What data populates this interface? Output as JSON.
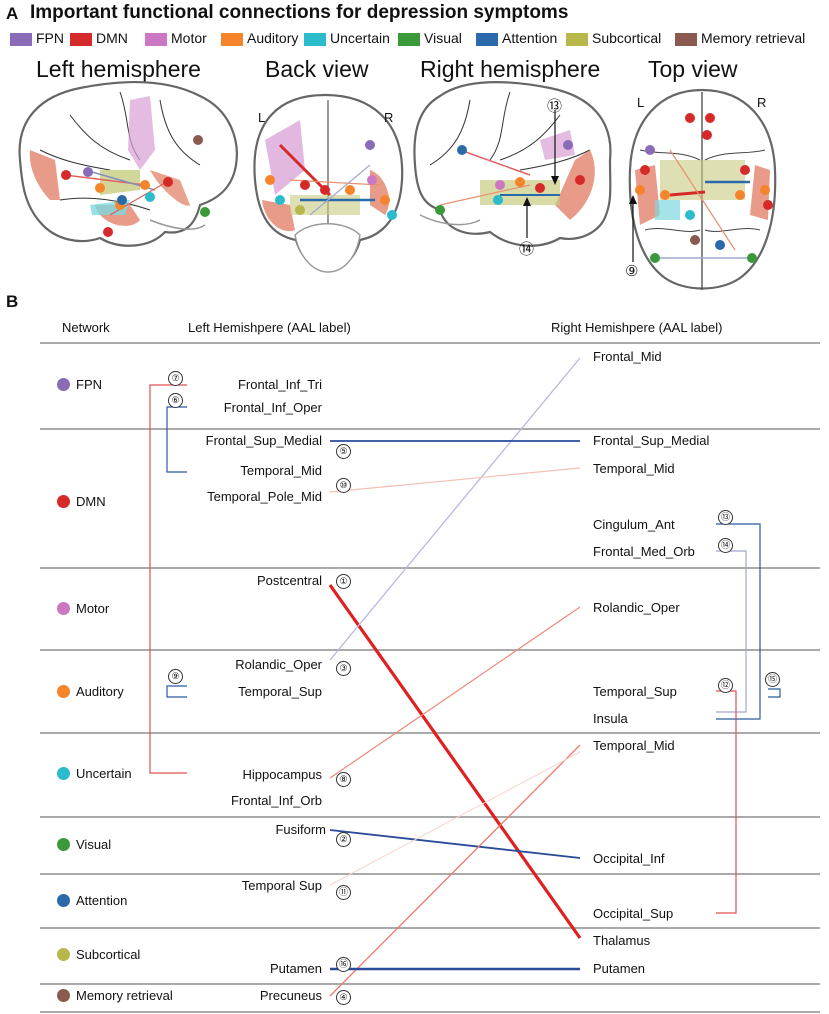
{
  "panel_a": {
    "letter": "A",
    "title": "Important functional connections for depression symptoms",
    "legend": [
      {
        "label": "FPN",
        "color": "#8a6bb8"
      },
      {
        "label": "DMN",
        "color": "#d62a2a"
      },
      {
        "label": "Motor",
        "color": "#cc77c4"
      },
      {
        "label": "Auditory",
        "color": "#f5842a"
      },
      {
        "label": "Uncertain",
        "color": "#2bbccc"
      },
      {
        "label": "Visual",
        "color": "#3a9a3a"
      },
      {
        "label": "Attention",
        "color": "#2a6aaa"
      },
      {
        "label": "Subcortical",
        "color": "#b8b84a"
      },
      {
        "label": "Memory retrieval",
        "color": "#8a5a50"
      }
    ],
    "views": [
      {
        "title": "Left hemisphere"
      },
      {
        "title": "Back view",
        "left_mark": "L",
        "right_mark": "R"
      },
      {
        "title": "Right hemisphere",
        "marker_top": "⑬",
        "marker_bottom": "⑭"
      },
      {
        "title": "Top view",
        "left_mark": "L",
        "right_mark": "R",
        "marker": "⑨"
      }
    ]
  },
  "panel_b": {
    "letter": "B",
    "headers": {
      "network": "Network",
      "left": "Left Hemishpere (AAL label)",
      "right": "Right Hemishpere (AAL label)"
    },
    "networks": [
      {
        "label": "FPN",
        "color": "#8a6bb8"
      },
      {
        "label": "DMN",
        "color": "#d62a2a"
      },
      {
        "label": "Motor",
        "color": "#cc77c4"
      },
      {
        "label": "Auditory",
        "color": "#f5842a"
      },
      {
        "label": "Uncertain",
        "color": "#2bbccc"
      },
      {
        "label": "Visual",
        "color": "#3a9a3a"
      },
      {
        "label": "Attention",
        "color": "#2a6aaa"
      },
      {
        "label": "Subcortical",
        "color": "#b8b84a"
      },
      {
        "label": "Memory retrieval",
        "color": "#8a5a50"
      }
    ],
    "left_labels": [
      "Frontal_Inf_Tri",
      "Frontal_Inf_Oper",
      "Frontal_Sup_Medial",
      "Temporal_Mid",
      "Temporal_Pole_Mid",
      "Postcentral",
      "Rolandic_Oper",
      "Temporal_Sup",
      "Hippocampus",
      "Frontal_Inf_Orb",
      "Fusiform",
      "Temporal Sup",
      "Putamen",
      "Precuneus"
    ],
    "right_labels": [
      "Frontal_Mid",
      "Frontal_Sup_Medial",
      "Temporal_Mid",
      "Cingulum_Ant",
      "Frontal_Med_Orb",
      "Rolandic_Oper",
      "Temporal_Sup",
      "Insula",
      "Temporal_Mid",
      "Occipital_Inf",
      "Occipital_Sup",
      "Thalamus",
      "Putamen"
    ],
    "connection_numbers": [
      "①",
      "②",
      "③",
      "④",
      "⑤",
      "⑥",
      "⑦",
      "⑧",
      "⑨",
      "⑩",
      "⑪",
      "⑫",
      "⑬",
      "⑭",
      "⑮",
      "⑯"
    ]
  }
}
